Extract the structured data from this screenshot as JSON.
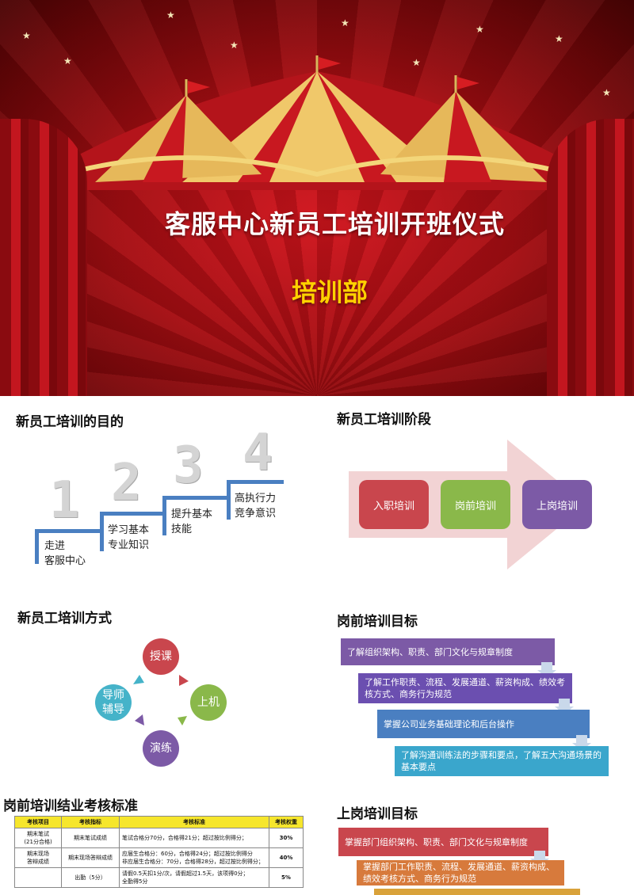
{
  "hero": {
    "title": "客服中心新员工培训开班仪式",
    "subtitle": "培训部"
  },
  "purpose": {
    "heading": "新员工培训的目的",
    "steps": [
      {
        "digit": "1",
        "line1": "走进",
        "line2": "客服中心"
      },
      {
        "digit": "2",
        "line1": "学习基本",
        "line2": "专业知识"
      },
      {
        "digit": "3",
        "line1": "提升基本",
        "line2": "技能"
      },
      {
        "digit": "4",
        "line1": "高执行力",
        "line2": "竞争意识"
      }
    ]
  },
  "stages": {
    "heading": "新员工培训阶段",
    "items": [
      {
        "label": "入职培训",
        "color": "#c9464d"
      },
      {
        "label": "岗前培训",
        "color": "#8ab84a"
      },
      {
        "label": "上岗培训",
        "color": "#7c5aa6"
      }
    ]
  },
  "methods": {
    "heading": "新员工培训方式",
    "items": [
      {
        "label": "授课",
        "color": "#c9464d"
      },
      {
        "label": "上机",
        "color": "#8ab84a"
      },
      {
        "label": "演练",
        "color": "#7c5aa6"
      },
      {
        "label": "导师\n辅导",
        "color": "#45b3c9"
      }
    ]
  },
  "pre_goals": {
    "heading": "岗前培训目标",
    "items": [
      {
        "text": "了解组织架构、职责、部门文化与规章制度",
        "color": "#7c5aa6"
      },
      {
        "text": "了解工作职责、流程、发展通道、薪资构成、绩效考核方式、商务行为规范",
        "color": "#6b4fb0"
      },
      {
        "text": "掌握公司业务基础理论和后台操作",
        "color": "#4a7fc1"
      },
      {
        "text": "了解沟通训练法的步骤和要点，了解五大沟通场景的基本要点",
        "color": "#3aa6cc"
      }
    ]
  },
  "assessment": {
    "heading": "岗前培训结业考核标准",
    "headers": [
      "考核项目",
      "考核指标",
      "考核标准",
      "考核权重"
    ],
    "rows": [
      [
        "期末笔试\n(21分合格)",
        "期末笔试成绩",
        "笔试合格分70分，合格得21分；超过按比例得分；",
        "30%"
      ],
      [
        "期末现场\n答辩成绩",
        "期末现场答辩成绩",
        "应届生合格分：60分，合格得24分；超过按比例得分\n非应届生合格分：70分，合格得28分，超过按比例得分；",
        "40%"
      ],
      [
        "",
        "出勤（5分）",
        "请假0.5天扣1分/次，请假超过1.5天，该项得0分；\n全勤得5分",
        "5%"
      ]
    ]
  },
  "post_goals": {
    "heading": "上岗培训目标",
    "items": [
      {
        "text": "掌握部门组织架构、职责、部门文化与规章制度",
        "color": "#c9464d"
      },
      {
        "text": "掌握部门工作职责、流程、发展通道、薪资构成、绩效考核方式、商务行为规范",
        "color": "#d77a3c"
      }
    ]
  }
}
